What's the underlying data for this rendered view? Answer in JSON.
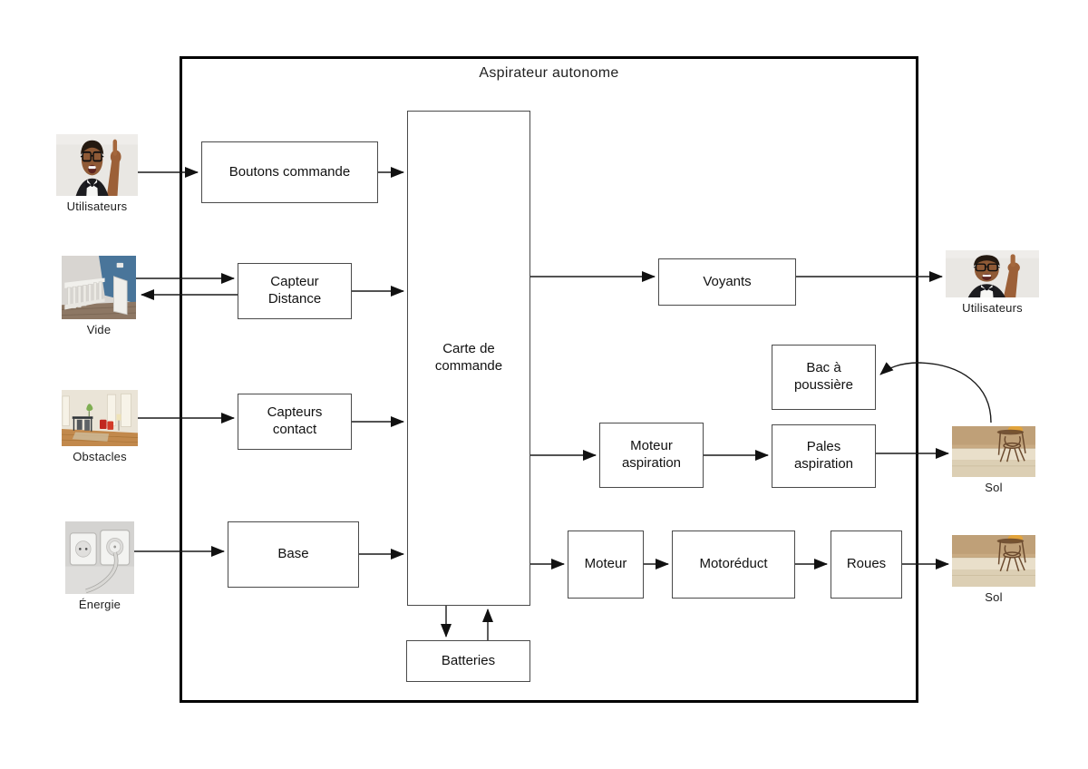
{
  "title": "Aspirateur autonome",
  "blocks": {
    "boutons_commande": "Boutons commande",
    "capteur_distance": "Capteur\nDistance",
    "capteurs_contact": "Capteurs\ncontact",
    "base": "Base",
    "carte_commande": "Carte de\ncommande",
    "batteries": "Batteries",
    "voyants": "Voyants",
    "bac_poussiere": "Bac à\npoussière",
    "moteur_aspiration": "Moteur\naspiration",
    "pales_aspiration": "Pales\naspiration",
    "moteur": "Moteur",
    "motoreduct": "Motoréduct",
    "roues": "Roues"
  },
  "externals": {
    "utilisateurs_left": "Utilisateurs",
    "vide": "Vide",
    "obstacles": "Obstacles",
    "energie": "Énergie",
    "utilisateurs_right": "Utilisateurs",
    "sol_aspiration": "Sol",
    "sol_roues": "Sol"
  },
  "colors": {
    "line": "#1a1a1a",
    "frame": "#000000",
    "box_border": "#4a4a4a",
    "background": "#ffffff"
  }
}
